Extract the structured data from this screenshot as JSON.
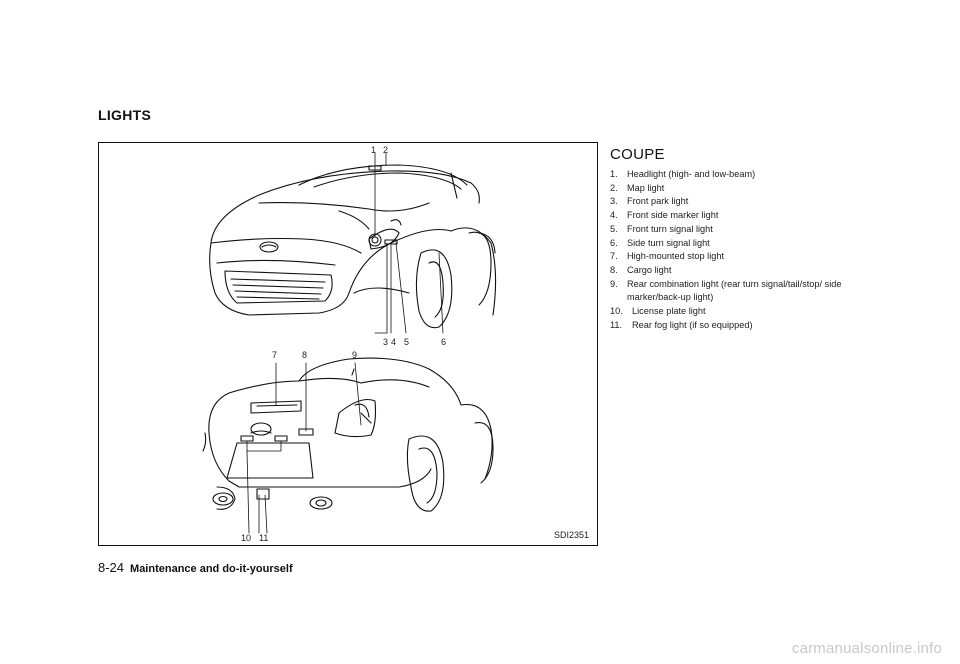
{
  "section": {
    "title": "LIGHTS"
  },
  "figure": {
    "code": "SDI2351",
    "callouts": [
      "1",
      "2",
      "3",
      "4",
      "5",
      "6",
      "7",
      "8",
      "9",
      "10",
      "11"
    ]
  },
  "legend": {
    "heading": "COUPE",
    "items": [
      {
        "num": "1.",
        "text": "Headlight (high- and low-beam)"
      },
      {
        "num": "2.",
        "text": "Map light"
      },
      {
        "num": "3.",
        "text": "Front park light"
      },
      {
        "num": "4.",
        "text": "Front side marker light"
      },
      {
        "num": "5.",
        "text": "Front turn signal light"
      },
      {
        "num": "6.",
        "text": "Side turn signal light"
      },
      {
        "num": "7.",
        "text": "High-mounted stop light"
      },
      {
        "num": "8.",
        "text": "Cargo light"
      },
      {
        "num": "9.",
        "text": "Rear combination light (rear turn signal/tail/stop/ side marker/back-up light)"
      },
      {
        "num": "10.",
        "text": "License plate light"
      },
      {
        "num": "11.",
        "text": "Rear fog light (if so equipped)"
      }
    ]
  },
  "footer": {
    "page_number": "8-24",
    "title": "Maintenance and do-it-yourself"
  },
  "watermark": {
    "text": "carmanualsonline.info"
  }
}
